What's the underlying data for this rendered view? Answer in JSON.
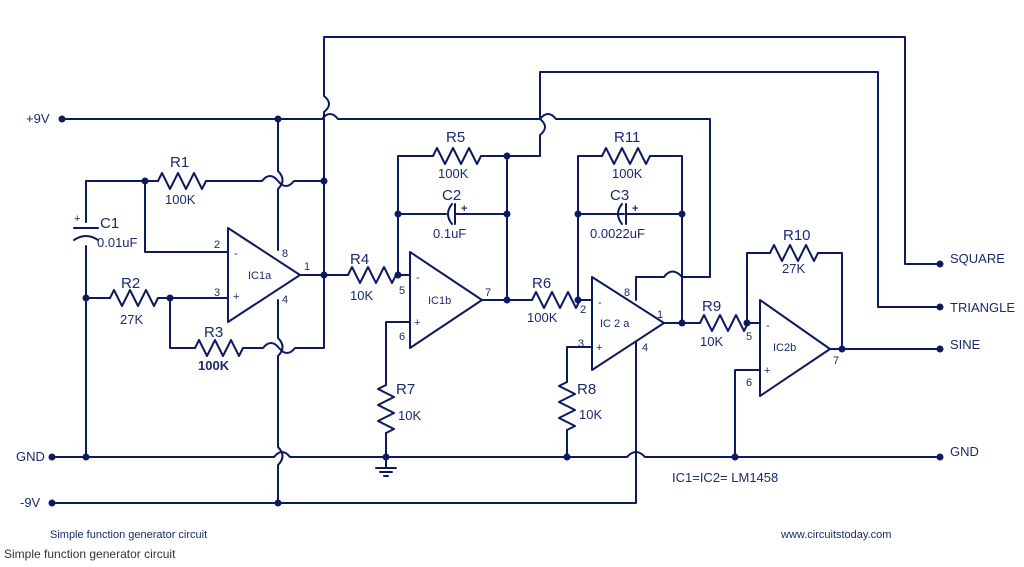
{
  "rails": {
    "vpos": "+9V",
    "gnd": "GND",
    "vneg": "-9V"
  },
  "outputs": {
    "square": "SQUARE",
    "triangle": "TRIANGLE",
    "sine": "SINE",
    "gnd": "GND"
  },
  "components": {
    "r1": {
      "name": "R1",
      "value": "100K"
    },
    "r2": {
      "name": "R2",
      "value": "27K"
    },
    "r3": {
      "name": "R3",
      "value": "100K"
    },
    "r4": {
      "name": "R4",
      "value": "10K"
    },
    "r5": {
      "name": "R5",
      "value": "100K"
    },
    "r6": {
      "name": "R6",
      "value": "100K"
    },
    "r7": {
      "name": "R7",
      "value": "10K"
    },
    "r8": {
      "name": "R8",
      "value": "10K"
    },
    "r9": {
      "name": "R9",
      "value": "10K"
    },
    "r10": {
      "name": "R10",
      "value": "27K"
    },
    "r11": {
      "name": "R11",
      "value": "100K"
    },
    "c1": {
      "name": "C1",
      "value": "0.01uF"
    },
    "c2": {
      "name": "C2",
      "value": "0.1uF"
    },
    "c3": {
      "name": "C3",
      "value": "0.0022uF"
    }
  },
  "opamps": {
    "ic1a": {
      "name": "IC1a",
      "pins": [
        "2",
        "3",
        "8",
        "1",
        "4"
      ]
    },
    "ic1b": {
      "name": "IC1b",
      "pins": [
        "5",
        "6",
        "7"
      ]
    },
    "ic2a": {
      "name": "IC 2 a",
      "pins": [
        "2",
        "3",
        "8",
        "1",
        "4"
      ]
    },
    "ic2b": {
      "name": "IC2b",
      "pins": [
        "5",
        "6",
        "7"
      ]
    }
  },
  "signs": {
    "minus": "-",
    "plus": "+"
  },
  "ic_note": "IC1=IC2= LM1458",
  "footer": {
    "title": "Simple function generator circuit",
    "website": "www.circuitstoday.com"
  },
  "caption": "Simple function generator circuit",
  "colors": {
    "ink": "#0d1b5e",
    "text": "#1a2a6c",
    "background": "#ffffff"
  }
}
